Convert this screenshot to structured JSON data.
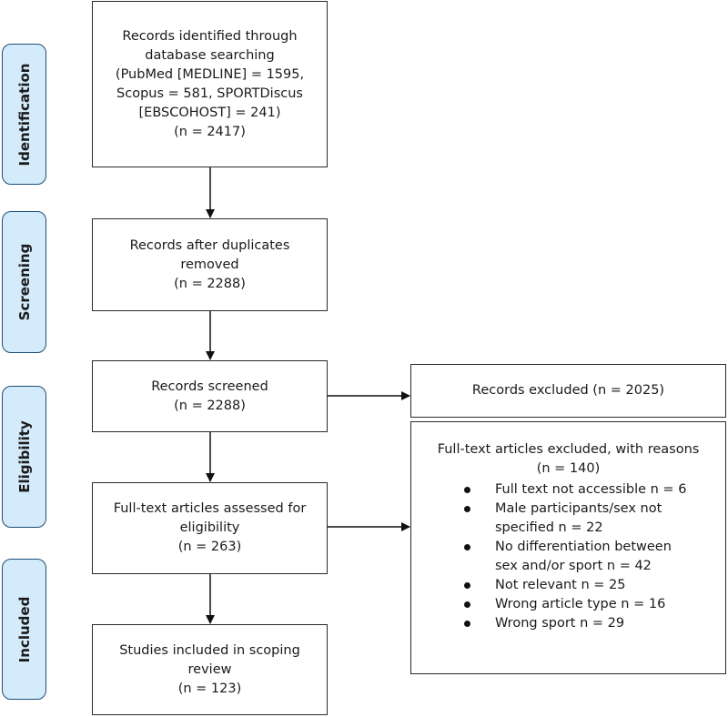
{
  "stages": {
    "identification": "Identification",
    "screening": "Screening",
    "eligibility": "Eligibility",
    "included": "Included"
  },
  "boxes": {
    "identified": {
      "lines": [
        "Records identified through",
        "database searching",
        "(PubMed [MEDLINE] = 1595,",
        "Scopus = 581, SPORTDiscus",
        "[EBSCOHOST] = 241)",
        "(n = 2417)"
      ]
    },
    "deduplicated": {
      "lines": [
        "Records after duplicates",
        "removed",
        "(n = 2288)"
      ]
    },
    "screened": {
      "lines": [
        "Records screened",
        "(n = 2288)"
      ]
    },
    "excluded": {
      "lines": [
        "Records excluded (n = 2025)"
      ]
    },
    "fulltext": {
      "lines": [
        "Full-text articles assessed for",
        "eligibility",
        "(n = 263)"
      ]
    },
    "included": {
      "lines": [
        "Studies included in scoping",
        "review",
        "(n = 123)"
      ]
    },
    "fulltext_excluded": {
      "header_lines": [
        "Full-text articles excluded, with reasons",
        "(n = 140)"
      ],
      "reasons": [
        {
          "lines": [
            "Full text not accessible n = 6"
          ]
        },
        {
          "lines": [
            "Male participants/sex not",
            "specified n = 22"
          ]
        },
        {
          "lines": [
            "No differentiation between",
            "sex and/or sport n = 42"
          ]
        },
        {
          "lines": [
            "Not relevant n = 25"
          ]
        },
        {
          "lines": [
            "Wrong article type n = 16"
          ]
        },
        {
          "lines": [
            "Wrong sport n = 29"
          ]
        }
      ]
    }
  },
  "colors": {
    "stage_fill": "#d4ebfb",
    "stage_border": "#1f4e79",
    "box_border": "#2a2a2a",
    "arrow": "#111111"
  }
}
